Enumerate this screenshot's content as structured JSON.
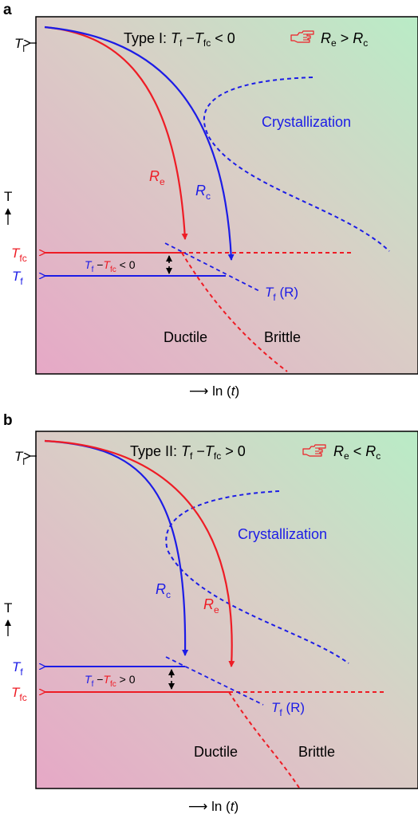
{
  "panels": [
    {
      "letter": "a",
      "type_prefix": "Type I: ",
      "type_condition": " < 0",
      "type_result": " > ",
      "tl_label": "T",
      "tl_sub": "l",
      "t_axis": "T",
      "time_axis_prefix": "⟶ ln (",
      "time_axis_var": "t",
      "time_axis_suffix": ")",
      "crystallization": "Crystallization",
      "re_label": "R",
      "re_sub": "e",
      "rc_label": "R",
      "rc_sub": "c",
      "tfc_label": "T",
      "tfc_sub": "fc",
      "tf_label": "T",
      "tf_sub": "f",
      "diff_text": " < 0",
      "tfr_label": "T",
      "tfr_sub": "f",
      "tfr_suffix": " (R)",
      "ductile": "Ductile",
      "brittle": "Brittle"
    },
    {
      "letter": "b",
      "type_prefix": "Type II: ",
      "type_condition": " > 0",
      "type_result": " < ",
      "tl_label": "T",
      "tl_sub": "l",
      "t_axis": "T",
      "time_axis_prefix": "⟶ ln (",
      "time_axis_var": "t",
      "time_axis_suffix": ")",
      "crystallization": "Crystallization",
      "re_label": "R",
      "re_sub": "e",
      "rc_label": "R",
      "rc_sub": "c",
      "tfc_label": "T",
      "tfc_sub": "fc",
      "tf_label": "T",
      "tf_sub": "f",
      "diff_text": " > 0",
      "tfr_label": "T",
      "tfr_sub": "f",
      "tfr_suffix": " (R)",
      "ductile": "Ductile",
      "brittle": "Brittle"
    }
  ],
  "colors": {
    "red": "#ee1c25",
    "blue": "#1c1ce6",
    "black": "#000000"
  },
  "icons": {
    "pointing_hand": "pointing-hand-icon"
  }
}
